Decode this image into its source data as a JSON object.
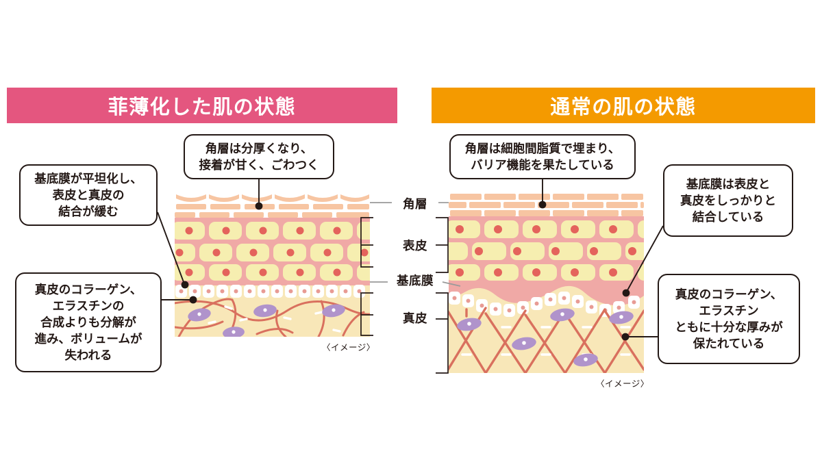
{
  "panels": {
    "left": {
      "banner_label": "菲薄化した肌の状態",
      "banner_color": "#e4567f",
      "caption": "〈イメージ〉",
      "callouts": {
        "corneum": "角層は分厚くなり、\n接着が甘く、ごわつく",
        "basement": "基底膜が平坦化し、\n表皮と真皮の\n結合が緩む",
        "dermis": "真皮のコラーゲン、\nエラスチンの\n合成よりも分解が\n進み、ボリュームが\n失われる"
      }
    },
    "right": {
      "banner_label": "通常の肌の状態",
      "banner_color": "#f49a00",
      "caption": "〈イメージ〉",
      "callouts": {
        "corneum": "角層は細胞間脂質で埋まり、\nバリア機能を果たしている",
        "basement": "基底膜は表皮と\n真皮をしっかりと\n結合している",
        "dermis": "真皮のコラーゲン、\nエラスチン\nともに十分な厚みが\n保たれている"
      }
    }
  },
  "layer_labels": {
    "corneum": "角層",
    "epidermis": "表皮",
    "basement": "基底膜",
    "dermis": "真皮"
  },
  "colors": {
    "pink_banner": "#e4567f",
    "orange_banner": "#f49a00",
    "corneocyte": "#f7c5a2",
    "epidermis_cell": "#f6eeb0",
    "epidermis_matrix": "#f0a9a6",
    "nucleus": "#e4635c",
    "basement_cell": "#ffffff",
    "dermis_bg": "#f8e7b8",
    "collagen_fiber": "#d9705e",
    "fibroblast": "#b093cb",
    "outline": "#231815"
  }
}
